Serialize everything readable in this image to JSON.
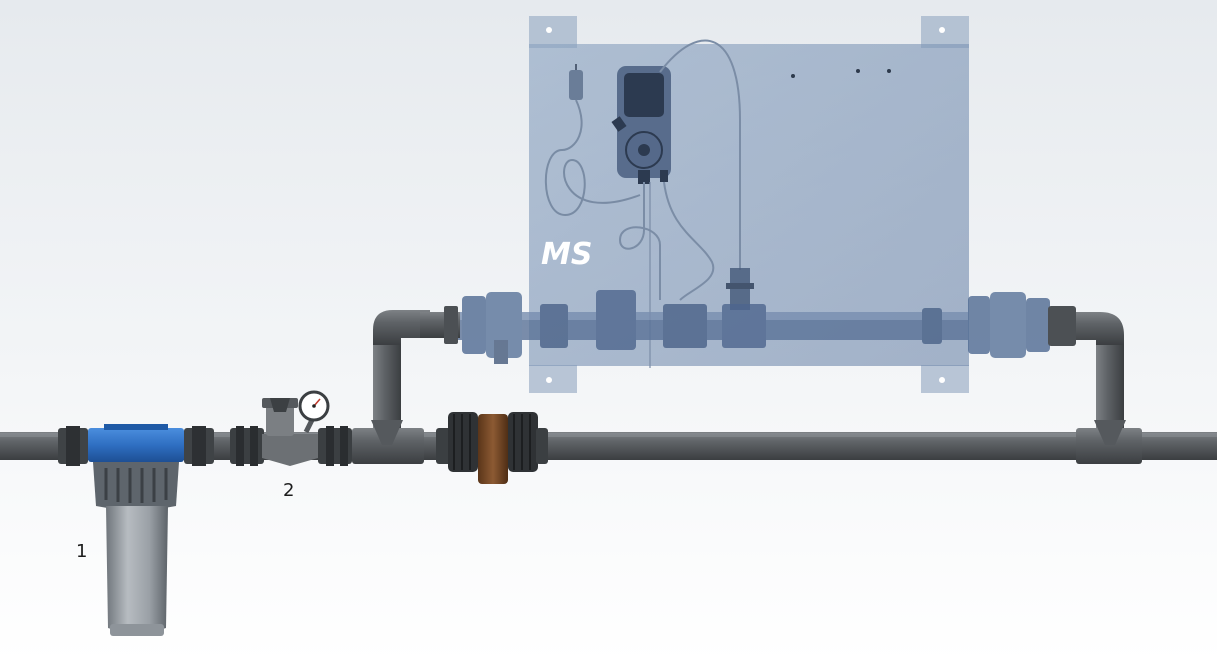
{
  "diagram": {
    "brand_logo": "MS",
    "callouts": [
      {
        "label": "1",
        "component": "water-filter"
      },
      {
        "label": "2",
        "component": "pressure-reducer-with-gauge"
      }
    ]
  },
  "colors": {
    "background_top": "#e9edf1",
    "background_bottom": "#ffffff",
    "pipe": "#5f6367",
    "pipe_highlight": "#85898d",
    "pipe_shadow": "#3a3d40",
    "panel": "#7b93b3",
    "panel_opacity": 0.62,
    "filter_blue": "#2f6fc2",
    "filter_bowl": "#9ea4aa",
    "union_brown": "#7a4b2a"
  }
}
